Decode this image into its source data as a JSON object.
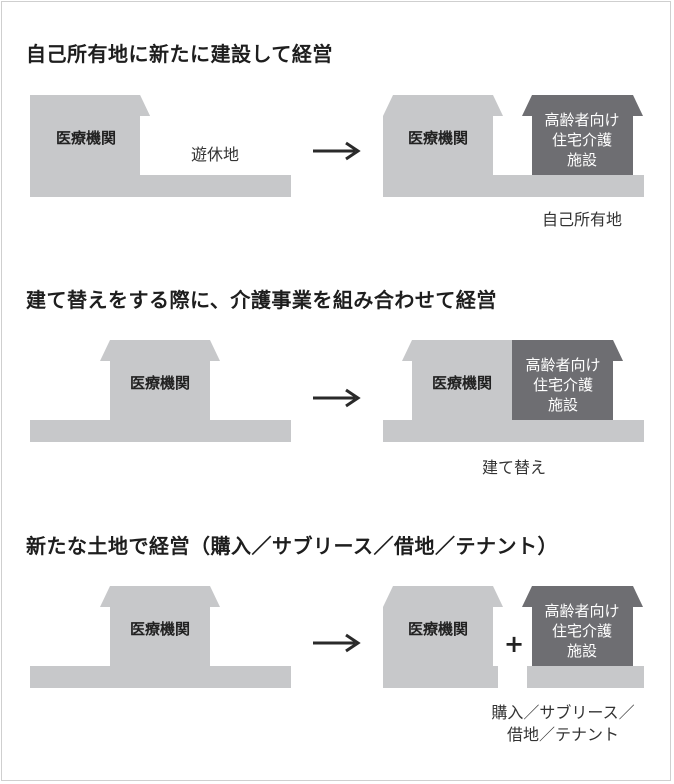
{
  "sections": [
    {
      "heading": "自己所有地に新たに建設して経営",
      "left_building": "医療機関",
      "vacant_label": "遊休地",
      "right_building": "医療機関",
      "care_lines": [
        "高齢者向け",
        "住宅介護",
        "施設"
      ],
      "caption_lines": [
        "自己所有地"
      ]
    },
    {
      "heading": "建て替えをする際に、介護事業を組み合わせて経営",
      "left_building": "医療機関",
      "right_building": "医療機関",
      "care_lines": [
        "高齢者向け",
        "住宅介護",
        "施設"
      ],
      "caption_lines": [
        "建て替え"
      ]
    },
    {
      "heading": "新たな土地で経営（購入／サブリース／借地／テナント）",
      "left_building": "医療機関",
      "right_building": "医療機関",
      "care_lines": [
        "高齢者向け",
        "住宅介護",
        "施設"
      ],
      "plus": "+",
      "caption_lines": [
        "購入／サブリース／",
        "借地／テナント"
      ]
    }
  ],
  "colors": {
    "building_light": "#c7c8ca",
    "building_dark": "#6e6e72",
    "arrow": "#2a2a2a"
  }
}
